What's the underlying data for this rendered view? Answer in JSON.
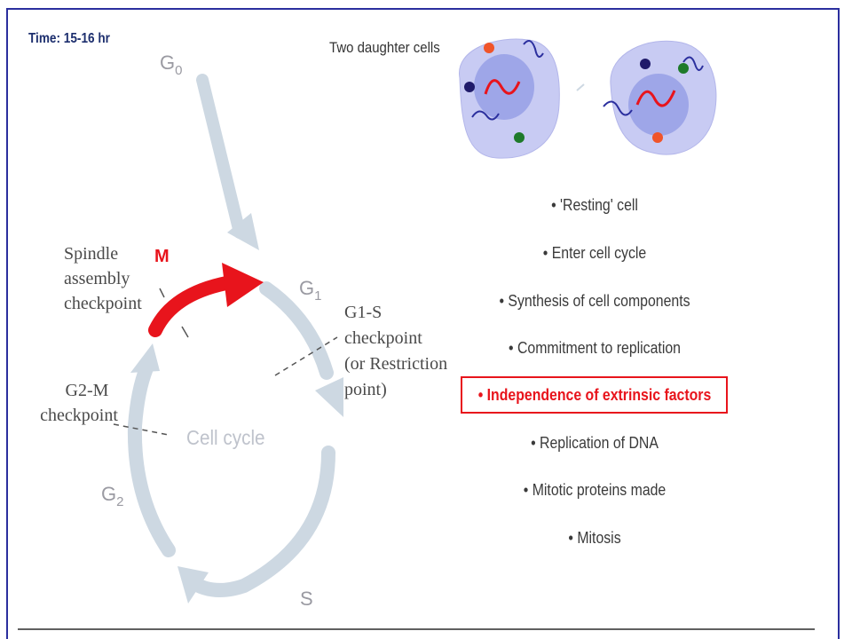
{
  "header": {
    "time_label": "Time: 15-16 hr"
  },
  "daughter_cells": {
    "label": "Two daughter cells"
  },
  "phases": {
    "g0": "G",
    "g0_sub": "0",
    "g1": "G",
    "g1_sub": "1",
    "g2": "G",
    "g2_sub": "2",
    "s": "S",
    "m": "M"
  },
  "center_label": "Cell cycle",
  "checkpoints": {
    "spindle": [
      "Spindle",
      "assembly",
      "checkpoint"
    ],
    "g1s": [
      "G1-S",
      "checkpoint",
      "(or Restriction",
      "point)"
    ],
    "g2m": [
      "G2-M",
      "checkpoint"
    ]
  },
  "facts": [
    "• 'Resting' cell",
    "• Enter cell cycle",
    "• Synthesis of cell components",
    "• Commitment to replication",
    "• Independence of extrinsic factors",
    "• Replication of DNA",
    "• Mitotic proteins made",
    "• Mitosis"
  ],
  "highlighted_fact_index": 4,
  "colors": {
    "frame": "#2b2f9e",
    "arrow": "#cdd8e2",
    "m_arrow": "#e8141c",
    "cell": "#c8cbf3",
    "nucleus": "#9ea6e8"
  }
}
